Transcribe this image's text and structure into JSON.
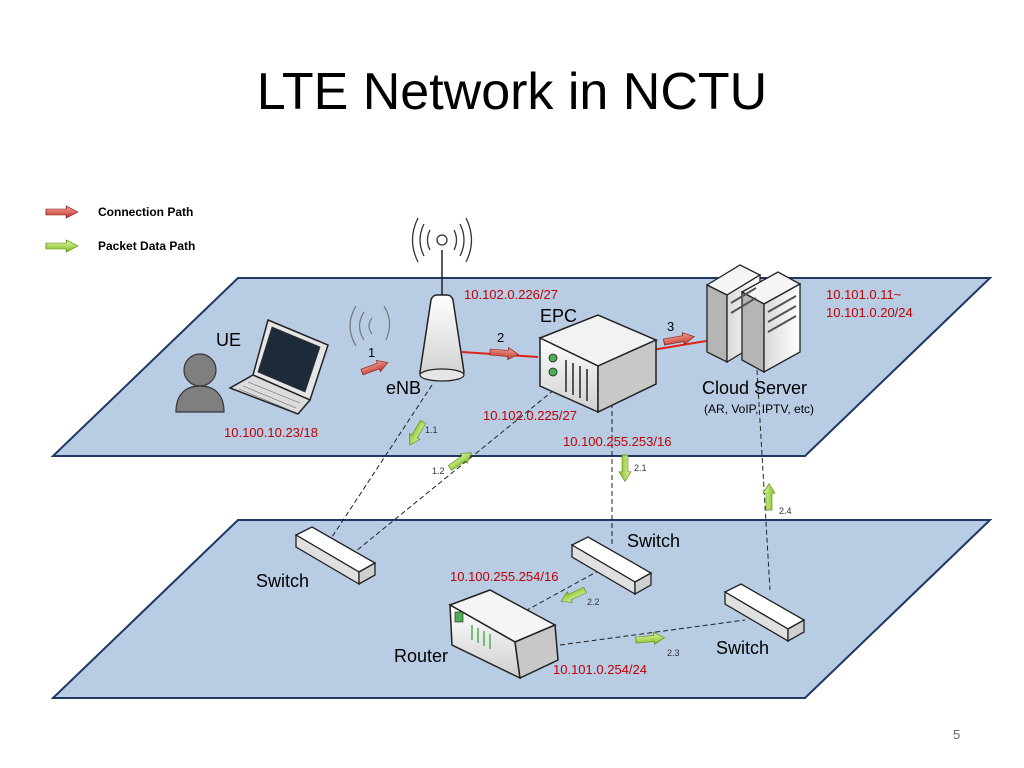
{
  "slide": {
    "title": "LTE Network in NCTU",
    "page_number": "5"
  },
  "legend": {
    "connection_path": "Connection Path",
    "packet_data_path": "Packet Data Path"
  },
  "devices": {
    "ue": "UE",
    "enb": "eNB",
    "epc": "EPC",
    "cloud_server": "Cloud Server",
    "cloud_server_note": "(AR, VoIP, IPTV, etc)",
    "switch_left": "Switch",
    "switch_middle": "Switch",
    "switch_right": "Switch",
    "router": "Router"
  },
  "ips": {
    "ue": "10.100.10.23/18",
    "enb": "10.102.0.226/27",
    "epc_internal": "10.102.0.225/27",
    "epc_external": "10.100.255.253/16",
    "cloud_1": "10.101.0.11~",
    "cloud_2": "10.101.0.20/24",
    "router_1": "10.100.255.254/16",
    "router_2": "10.101.0.254/24"
  },
  "steps": {
    "s1": "1",
    "s2": "2",
    "s3": "3",
    "s1_1": "1.1",
    "s1_2": "1.2",
    "s2_1": "2.1",
    "s2_2": "2.2",
    "s2_3": "2.3",
    "s2_4": "2.4"
  },
  "colors": {
    "plane_fill": "#b8cce4",
    "plane_stroke": "#1f3864",
    "connection_arrow": "#d9534f",
    "packet_arrow": "#9bd13b",
    "ip_text": "#c00000"
  }
}
